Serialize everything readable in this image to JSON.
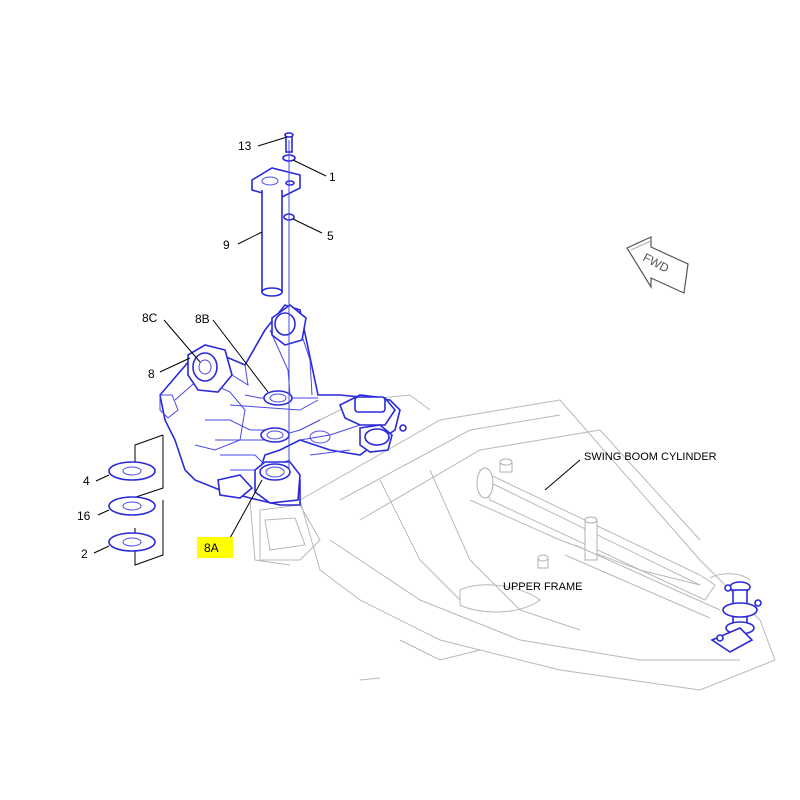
{
  "callouts": {
    "c13": "13",
    "c1": "1",
    "c9": "9",
    "c5": "5",
    "c8C": "8C",
    "c8B": "8B",
    "c8": "8",
    "c4": "4",
    "c16": "16",
    "c2": "2",
    "c8A": "8A"
  },
  "notes": {
    "swing_boom_cylinder": "SWING BOOM CYLINDER",
    "upper_frame": "UPPER FRAME"
  },
  "fwd_arrow": {
    "label": "FWD"
  },
  "colors": {
    "part_outline": "#2a2ad8",
    "frame_outline": "#b8b8b8",
    "highlight": "#ffff00"
  }
}
